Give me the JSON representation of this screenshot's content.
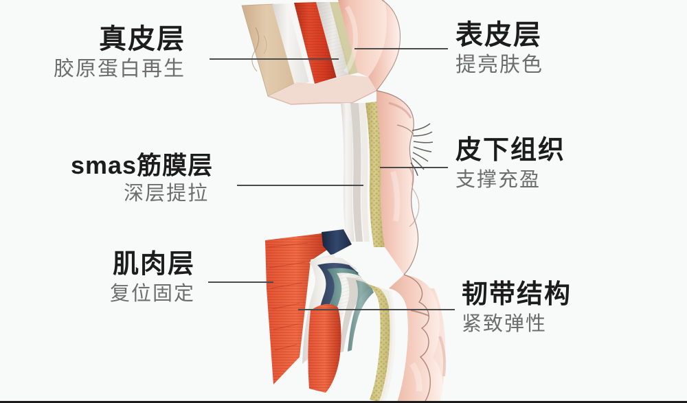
{
  "diagram": {
    "type": "anatomical-cross-section",
    "subject": "facial skin layers profile",
    "background_color": "#f8f9f9"
  },
  "labels": {
    "dermis": {
      "title": "真皮层",
      "sub": "胶原蛋白再生"
    },
    "epidermis": {
      "title": "表皮层",
      "sub": "提亮肤色"
    },
    "smas": {
      "title": "smas筋膜层",
      "sub": "深层提拉"
    },
    "subcutaneous": {
      "title": "皮下组织",
      "sub": "支撑充盈"
    },
    "muscle": {
      "title": "肌肉层",
      "sub": "复位固定"
    },
    "ligament": {
      "title": "韧带结构",
      "sub": "紧致弹性"
    }
  },
  "colors": {
    "title_text": "#1c1c1c",
    "sub_text": "#6d6d6d",
    "leader_line": "#4a4a4a",
    "skin": "#f0c2b2",
    "dermis_tan": "#ddc3a2",
    "muscle_red": "#d63a22",
    "fat_yellow": "#cfc27a",
    "ligament_navy": "#2b3f63",
    "fascia_teal": "#5f8a86",
    "fascia_white": "#eceae6"
  }
}
